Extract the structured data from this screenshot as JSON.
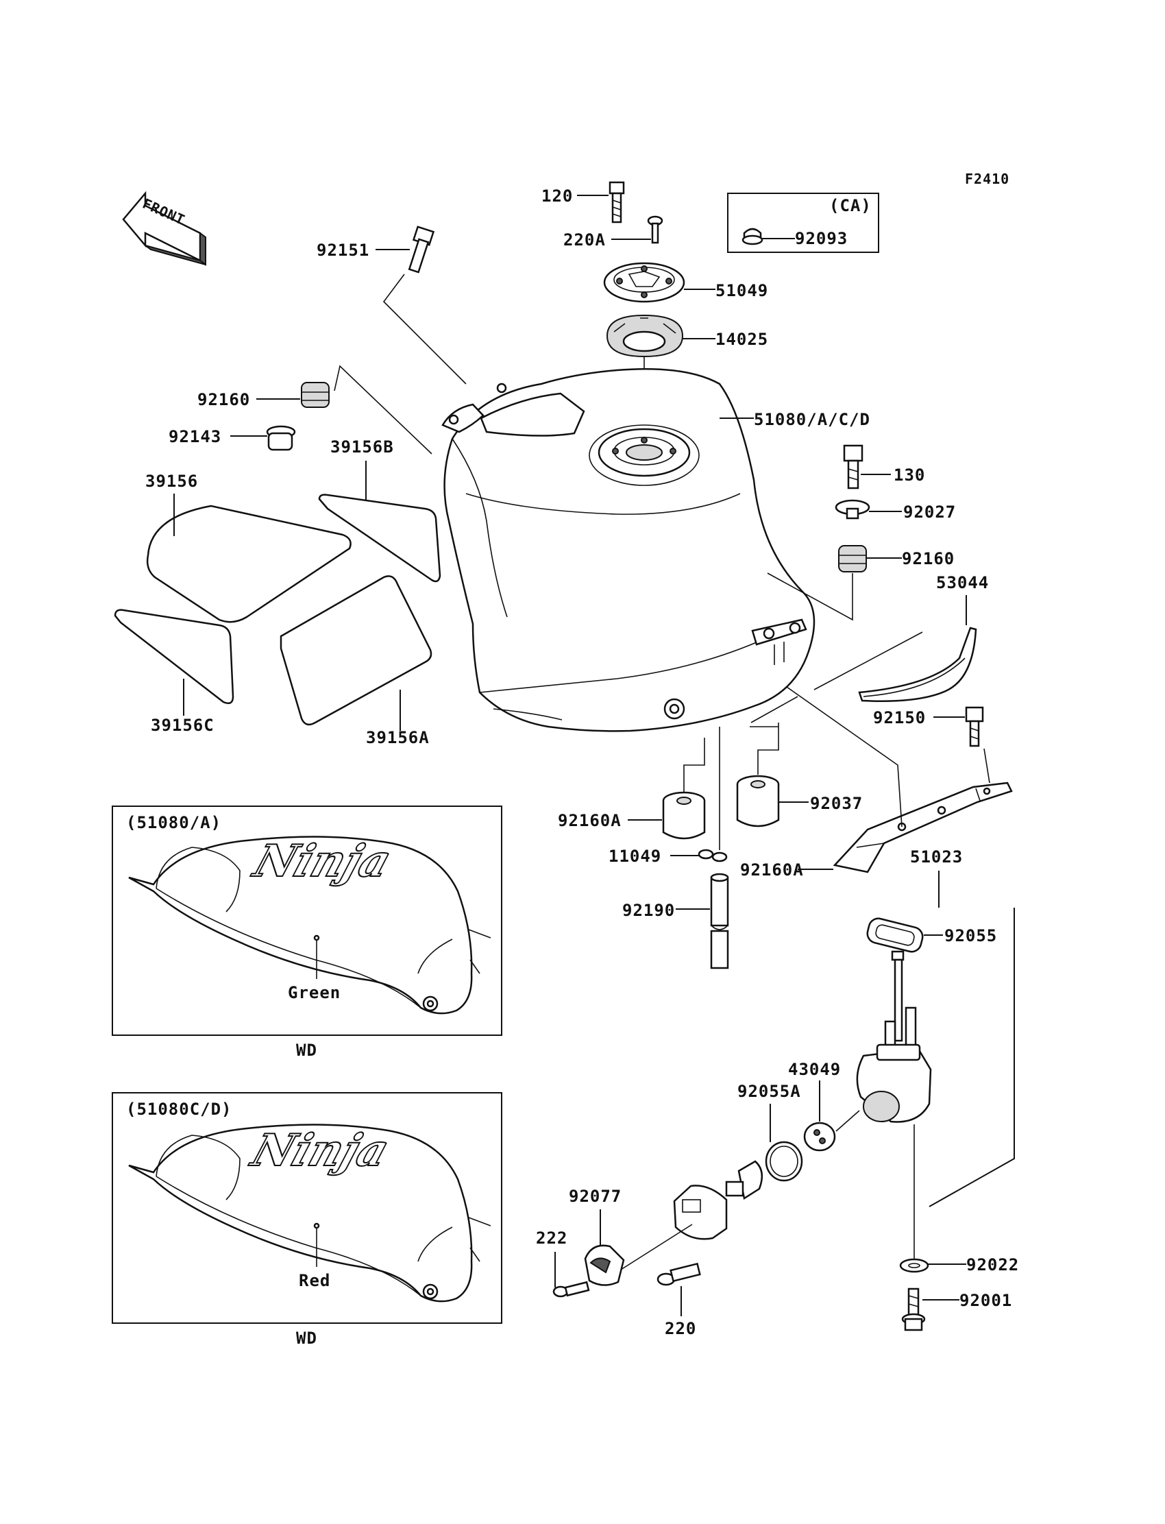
{
  "diagram": {
    "figure_id": "F2410",
    "front_label": "FRONT",
    "callouts": [
      {
        "id": "c-120",
        "text": "120"
      },
      {
        "id": "c-220A",
        "text": "220A"
      },
      {
        "id": "c-92093",
        "text": "92093"
      },
      {
        "id": "c-51049",
        "text": "51049"
      },
      {
        "id": "c-14025",
        "text": "14025"
      },
      {
        "id": "c-51080",
        "text": "51080/A/C/D"
      },
      {
        "id": "c-92151",
        "text": "92151"
      },
      {
        "id": "c-92160-top",
        "text": "92160"
      },
      {
        "id": "c-92143",
        "text": "92143"
      },
      {
        "id": "c-39156B",
        "text": "39156B"
      },
      {
        "id": "c-39156",
        "text": "39156"
      },
      {
        "id": "c-39156C",
        "text": "39156C"
      },
      {
        "id": "c-39156A",
        "text": "39156A"
      },
      {
        "id": "c-130",
        "text": "130"
      },
      {
        "id": "c-92027",
        "text": "92027"
      },
      {
        "id": "c-92160-right",
        "text": "92160"
      },
      {
        "id": "c-53044",
        "text": "53044"
      },
      {
        "id": "c-92150",
        "text": "92150"
      },
      {
        "id": "c-92160A-left",
        "text": "92160A"
      },
      {
        "id": "c-92160A-right",
        "text": "92160A"
      },
      {
        "id": "c-92037",
        "text": "92037"
      },
      {
        "id": "c-11049",
        "text": "11049"
      },
      {
        "id": "c-51023",
        "text": "51023"
      },
      {
        "id": "c-92190",
        "text": "92190"
      },
      {
        "id": "c-92055",
        "text": "92055"
      },
      {
        "id": "c-43049",
        "text": "43049"
      },
      {
        "id": "c-92055A",
        "text": "92055A"
      },
      {
        "id": "c-92077",
        "text": "92077"
      },
      {
        "id": "c-222",
        "text": "222"
      },
      {
        "id": "c-220",
        "text": "220"
      },
      {
        "id": "c-92022",
        "text": "92022"
      },
      {
        "id": "c-92001",
        "text": "92001"
      }
    ],
    "ca_box": {
      "title": "(CA)"
    },
    "variant_a": {
      "title": "(51080/A)",
      "color_label": "Green",
      "market_label": "WD",
      "logo_text": "Ninja"
    },
    "variant_cd": {
      "title": "(51080C/D)",
      "color_label": "Red",
      "market_label": "WD",
      "logo_text": "Ninja"
    }
  }
}
